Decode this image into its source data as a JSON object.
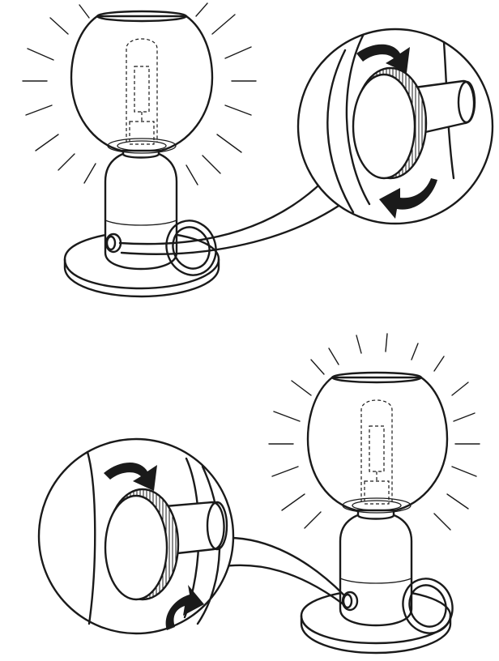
{
  "figure": {
    "panels": [
      {
        "id": "panel-1",
        "lamp_state": "on",
        "knob_rotation": "clockwise"
      },
      {
        "id": "panel-2",
        "lamp_state": "on",
        "knob_rotation": "counter-clockwise"
      }
    ],
    "colors": {
      "line": "#1a1a1a",
      "background": "#ffffff",
      "arrow": "#1a1a1a"
    },
    "icons": [
      "lamp-illustration",
      "dimmer-knob-icon",
      "rotation-arrow-icon",
      "light-ray-icon",
      "bulb-icon"
    ]
  }
}
